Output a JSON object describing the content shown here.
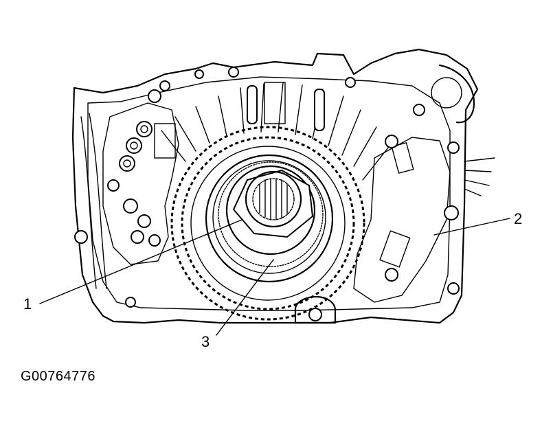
{
  "figure": {
    "callouts": [
      {
        "id": "1",
        "label": "1"
      },
      {
        "id": "2",
        "label": "2"
      },
      {
        "id": "3",
        "label": "3"
      }
    ],
    "caption": "G00764776"
  }
}
